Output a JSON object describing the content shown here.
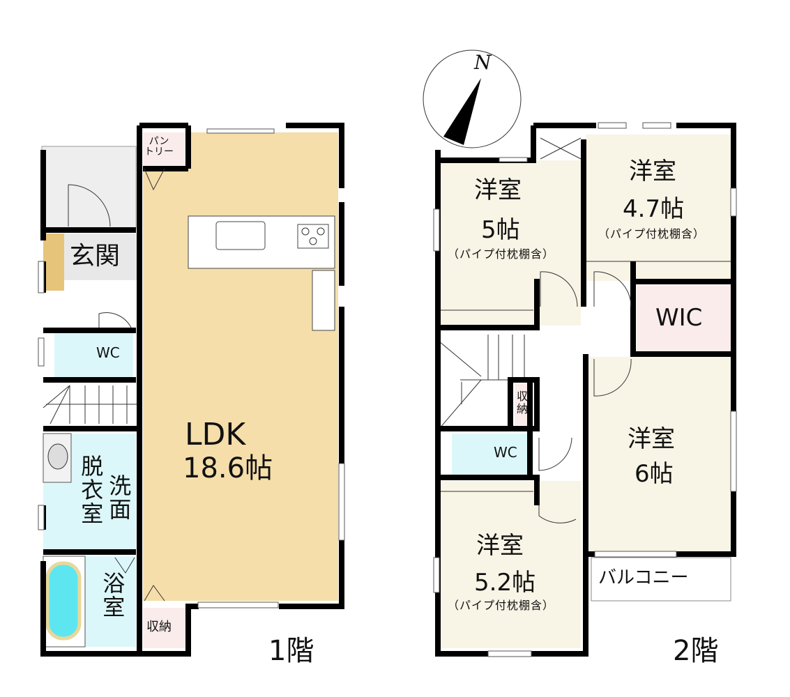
{
  "floor1": {
    "label": "1階",
    "rooms": {
      "pantry": "パン\nトリー",
      "genkan": "玄関",
      "wc": "WC",
      "ldk_name": "LDK",
      "ldk_size": "18.6帖",
      "datsui": "脱衣室",
      "senmen": "洗面",
      "yokushitsu": "浴室",
      "shuno": "収納"
    }
  },
  "floor2": {
    "label": "2階",
    "compass": "N",
    "rooms": {
      "room5_name": "洋室",
      "room5_size": "5帖",
      "room5_note": "（パイプ付枕棚含）",
      "room47_name": "洋室",
      "room47_size": "4.7帖",
      "room47_note": "（パイプ付枕棚含）",
      "wic": "WIC",
      "shuno": "収\n納",
      "wc": "WC",
      "room6_name": "洋室",
      "room6_size": "6帖",
      "room52_name": "洋室",
      "room52_size": "5.2帖",
      "room52_note": "（パイプ付枕棚含）",
      "balcony": "バルコニー"
    }
  },
  "colors": {
    "ldk": "#f5deaa",
    "western_room": "#f8f4e6",
    "water": "#dcf7fa",
    "storage": "#fbecec",
    "wall": "#000000"
  }
}
